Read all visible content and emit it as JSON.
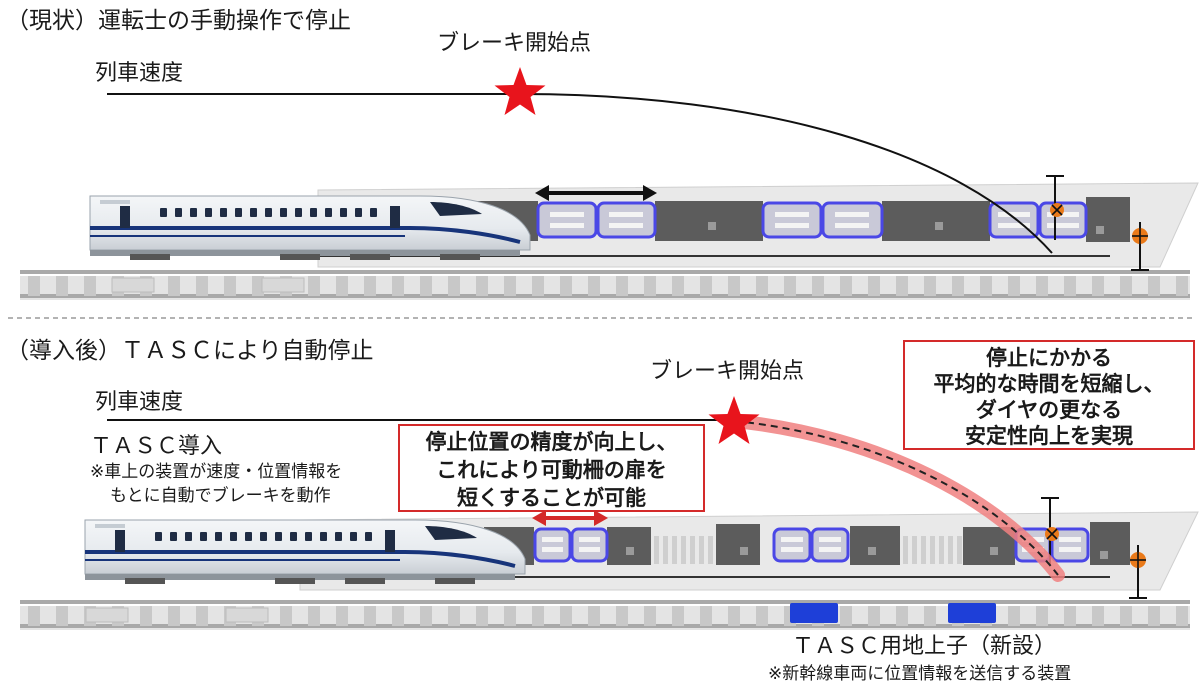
{
  "top": {
    "heading": "（現状）運転士の手動操作で停止",
    "speed_label": "列車速度",
    "brake_label": "ブレーキ開始点"
  },
  "bottom": {
    "heading": "（導入後）ＴＡＳＣにより自動停止",
    "speed_label": "列車速度",
    "brake_label": "ブレーキ開始点",
    "tasc_title": "ＴＡＳＣ導入",
    "tasc_note_1": "※車上の装置が速度・位置情報を",
    "tasc_note_2": "もとに自動でブレーキを動作",
    "callout_door": [
      "停止位置の精度が向上し、",
      "これにより可動柵の扉を",
      "短くすることが可能"
    ],
    "callout_time": [
      "停止にかかる",
      "平均的な時間を短縮し、",
      "ダイヤの更なる",
      "安定性向上を実現"
    ],
    "transponder_label": "ＴＡＳＣ用地上子（新設）",
    "transponder_note": "※新幹線車両に位置情報を送信する装置"
  },
  "colors": {
    "brake_star": "#e8141c",
    "callout_border": "#d42a2a",
    "platform_door": "#4a47e6",
    "transponder": "#1e3fd8",
    "stop_marker": "#ea7a1a",
    "speed_band": "#f08080"
  }
}
